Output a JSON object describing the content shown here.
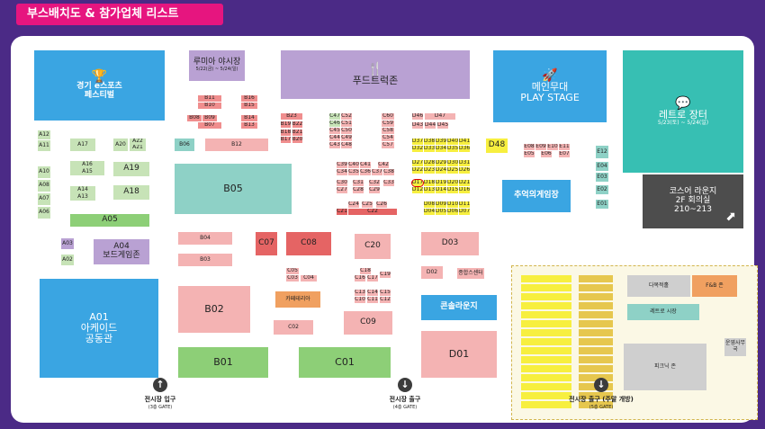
{
  "header": {
    "title": "부스배치도 & 참가업체 리스트"
  },
  "areas": {
    "esports": "경기 e스포츠\n페스티벌",
    "market": "루미아 야시장",
    "market_date": "5/22(금) ~ 5/24(일)",
    "food": "푸드트럭존",
    "stage": "메인무대\nPLAY STAGE",
    "retro": "레트로 장터",
    "retro_date": "5/23(토) ~ 5/24(일)",
    "cosplay": "코스어 라운지\n2F 회의실\n210~213",
    "memory": "추억의게임장",
    "console": "콘솔라운지",
    "board": "보드게임존",
    "arcade": "아케이드\n공동관",
    "cafeteria": "카페테리아",
    "info": "종합스센터"
  },
  "booths": {
    "A01": "A01",
    "A04": "A04",
    "A05": "A05",
    "A03": "A03",
    "A02": "A02",
    "A06": "A06",
    "A07": "A07",
    "A08": "A08",
    "A10": "A10",
    "A11": "A11",
    "A12": "A12",
    "A13": "A13",
    "A14": "A14",
    "A15": "A15",
    "A16": "A16",
    "A17": "A17",
    "A18": "A18",
    "A19": "A19",
    "A20": "A20",
    "A21": "A21",
    "A22": "A22",
    "B01": "B01",
    "B02": "B02",
    "B03": "B03",
    "B04": "B04",
    "B05": "B05",
    "B06": "B06",
    "B07": "B07",
    "B08": "B08",
    "B09": "B09",
    "B10": "B10",
    "B11": "B11",
    "B12": "B12",
    "B13": "B13",
    "B14": "B14",
    "B15": "B15",
    "B16": "B16",
    "C01": "C01",
    "C02": "C02",
    "C07": "C07",
    "C08": "C08",
    "C09": "C09",
    "C20": "C20",
    "C21": "C21",
    "C22": "C22",
    "C24": "C24",
    "C25": "C25",
    "C26": "C26",
    "D01": "D01",
    "D02": "D02",
    "D03": "D03",
    "D48": "D48",
    "E01": "E01",
    "E02": "E02",
    "E03": "E03",
    "E04": "E04",
    "E12": "E12"
  },
  "rows": {
    "b_group": [
      "B23",
      "B19",
      "B22",
      "B18",
      "B21",
      "B20",
      "B17"
    ],
    "c_top1": [
      "C47",
      "C52",
      "C60"
    ],
    "c_top2": [
      "C46",
      "C51",
      "C59"
    ],
    "c_top3": [
      "C45",
      "C50",
      "C58"
    ],
    "c_top4": [
      "C44",
      "C49",
      "C54"
    ],
    "c_top5": [
      "C43",
      "C48",
      "C57"
    ],
    "c_mid1": [
      "C39",
      "C40",
      "C41",
      "C42"
    ],
    "c_mid2": [
      "C34",
      "C35",
      "C36",
      "C37",
      "C38"
    ],
    "c_mid3": [
      "C30",
      "C31",
      "C32",
      "C33"
    ],
    "c_mid4": [
      "C27",
      "C28",
      "C29"
    ],
    "d_top1": [
      "D46",
      "D47"
    ],
    "d_top2": [
      "D43",
      "D44",
      "D45"
    ],
    "d_r1": [
      "D37",
      "D38",
      "D39",
      "D40",
      "D41"
    ],
    "d_r2": [
      "D32",
      "D33",
      "D34",
      "D35",
      "D36"
    ],
    "d_r3": [
      "D27",
      "D28",
      "D29",
      "D30",
      "D31"
    ],
    "d_r4": [
      "D22",
      "D23",
      "D24",
      "D25",
      "D26"
    ],
    "d_r5": [
      "D17",
      "D18",
      "D19",
      "D20",
      "D21"
    ],
    "d_r6": [
      "D12",
      "D13",
      "D14",
      "D15",
      "D16"
    ],
    "d_r7": [
      "D08",
      "D09",
      "D10",
      "D11"
    ],
    "d_r8": [
      "D04",
      "D05",
      "D06",
      "D07"
    ],
    "e_row": [
      "E08",
      "E09",
      "E10",
      "E11"
    ],
    "e_row2": [
      "E05",
      "E06",
      "E07"
    ]
  },
  "zone": {
    "room1": "다목적홀",
    "room2": "F&B 존",
    "room3": "레트로 시장",
    "room4": "피크닉 존",
    "room5": "운영사무국"
  },
  "exits": [
    {
      "label": "전시장 입구",
      "sub": "(3층 GATE)"
    },
    {
      "label": "전시장 출구",
      "sub": "(4층 GATE)"
    },
    {
      "label": "전시장 출구 (주말 개방)",
      "sub": "(5층 GATE)"
    }
  ]
}
